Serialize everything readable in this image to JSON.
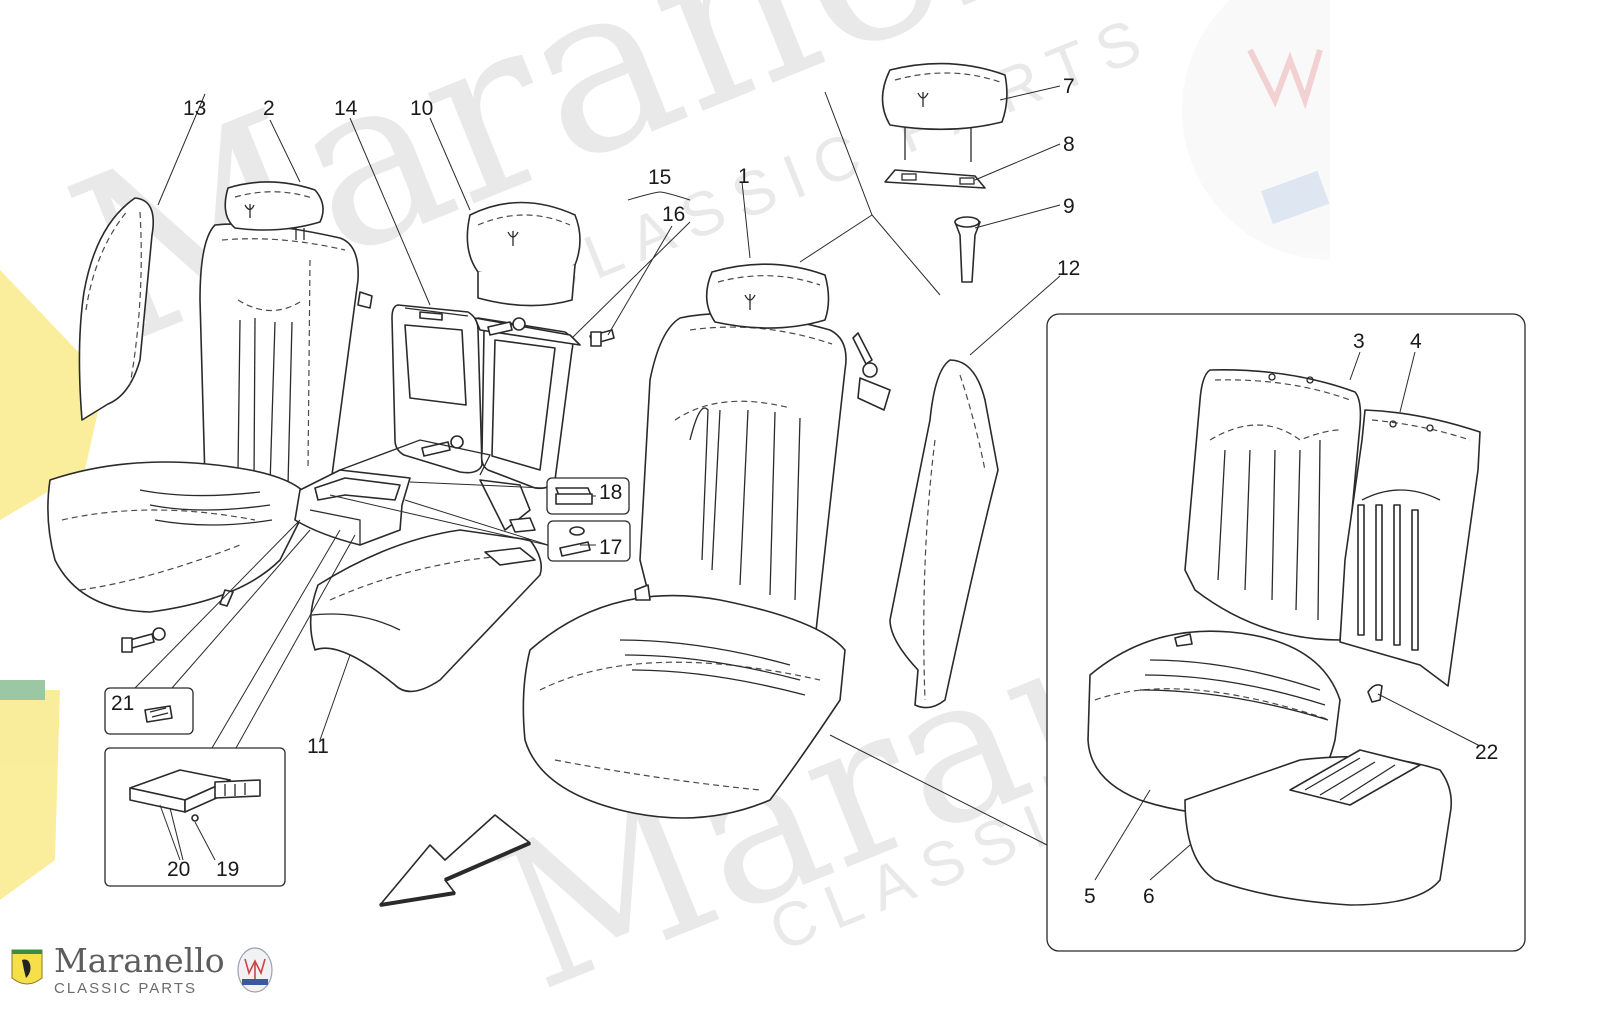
{
  "watermark": {
    "big_text": "Maranello",
    "small_text": "CLASSIC PARTS"
  },
  "brand": {
    "name": "Maranello",
    "subtitle": "CLASSIC PARTS",
    "shield_text": "Ferrari",
    "badge_text": "MASERATI"
  },
  "callouts": {
    "c1": "1",
    "c2": "2",
    "c3": "3",
    "c4": "4",
    "c5": "5",
    "c6": "6",
    "c7": "7",
    "c8": "8",
    "c9": "9",
    "c10": "10",
    "c11": "11",
    "c12": "12",
    "c13": "13",
    "c14": "14",
    "c15": "15",
    "c16": "16",
    "c17": "17",
    "c18": "18",
    "c19": "19",
    "c20": "20",
    "c21": "21",
    "c22": "22"
  },
  "colors": {
    "line": "#2a2a2a",
    "watermark": "#e9e9e9",
    "ferrari_yellow": "#f5e04a"
  }
}
